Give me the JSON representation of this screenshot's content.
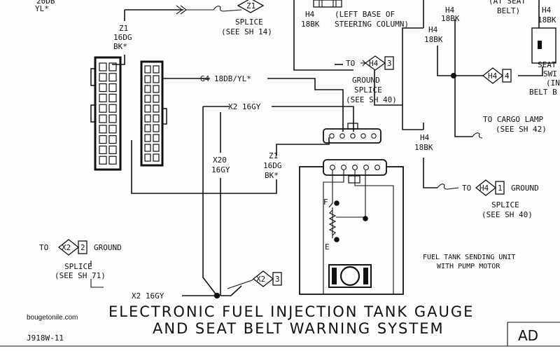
{
  "labels": {
    "wire_20db": "20DB",
    "wire_yl": "YL*",
    "splice_z1_tag": "Z1",
    "splice_z1": "SPLICE",
    "splice_z1_ref": "(SEE SH 14)",
    "z1_top_1": "Z1",
    "z1_top_2": "16DG",
    "z1_top_3": "BK*",
    "h4_col_1": "H4",
    "h4_col_2": "18BK",
    "steering_1": "(LEFT BASE OF",
    "steering_2": "STEERING COLUMN)",
    "h4_r_1": "H4",
    "h4_r_2": "18BK",
    "h4_m_1": "H4",
    "h4_m_2": "18BK",
    "seat_belt_1": "(AT SEAT",
    "seat_belt_2": "BELT)",
    "h4_fr_1": "H4",
    "h4_fr_2": "18BK",
    "seat_sw_1": "SEAT",
    "seat_sw_2": "SWI",
    "seat_sw_3": "(IN",
    "seat_sw_4": "BELT B",
    "to_1": "TO",
    "h4_tag_1": "H4",
    "num_3a": "3",
    "ground_splice_1": "GROUND",
    "ground_splice_2": "SPLICE",
    "ground_splice_ref": "(SEE SH 40)",
    "h4_tag_2": "H4",
    "num_4": "4",
    "g4_wire": "G4  18DB/YL*",
    "x2_top": "X2  16GY",
    "cargo_1": "TO CARGO LAMP",
    "cargo_2": "(SEE SH 42)",
    "h4_low_1": "H4",
    "h4_low_2": "18BK",
    "x20_1": "X20",
    "x20_2": "16GY",
    "z1_mid_1": "Z1",
    "z1_mid_2": "16DG",
    "z1_mid_3": "BK*",
    "to_2": "TO",
    "h4_tag_3": "H4",
    "num_1": "1",
    "ground_2": "GROUND",
    "splice_2": "SPLICE",
    "splice_2_ref": "(SEE SH 40)",
    "gauge_f": "F",
    "gauge_e": "E",
    "to_3": "TO",
    "x2_tag_1": "X2",
    "num_2": "2",
    "ground_3": "GROUND",
    "splice_3": "SPLICE",
    "splice_3_ref": "(SEE SH 71)",
    "sending_1": "FUEL TANK SENDING UNIT",
    "sending_2": "WITH PUMP MOTOR",
    "x2_tag_2": "X2",
    "num_3b": "3",
    "x2_bottom": "X2  16GY",
    "watermark": "bougetonile.com",
    "title_1": "ELECTRONIC  FUEL  INJECTION  TANK  GAUGE",
    "title_2": "AND  SEAT  BELT  WARNING  SYSTEM",
    "drawing_code": "J918W-11",
    "ad": "AD"
  }
}
